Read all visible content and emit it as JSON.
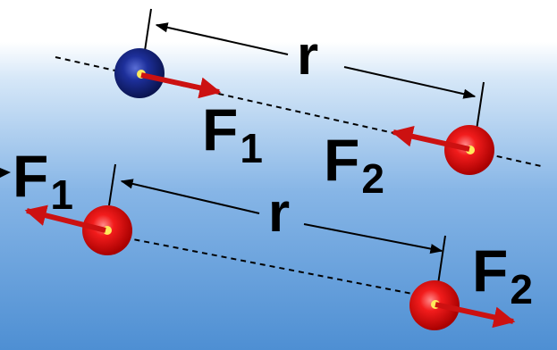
{
  "pair_top": {
    "separation_label": "r",
    "force_1": {
      "symbol": "F",
      "subscript": "1"
    },
    "force_2": {
      "symbol": "F",
      "subscript": "2"
    }
  },
  "pair_bottom": {
    "separation_label": "r",
    "force_1": {
      "symbol": "F",
      "subscript": "1"
    },
    "force_2": {
      "symbol": "F",
      "subscript": "2"
    }
  },
  "colors": {
    "background_sky_top": "#ffffff",
    "background_sky_bottom": "#4e8fd3",
    "positive_charge": "#e01616",
    "negative_charge": "#1a2a8c",
    "force_arrow": "#cc1111",
    "dimension_line": "#000000"
  }
}
